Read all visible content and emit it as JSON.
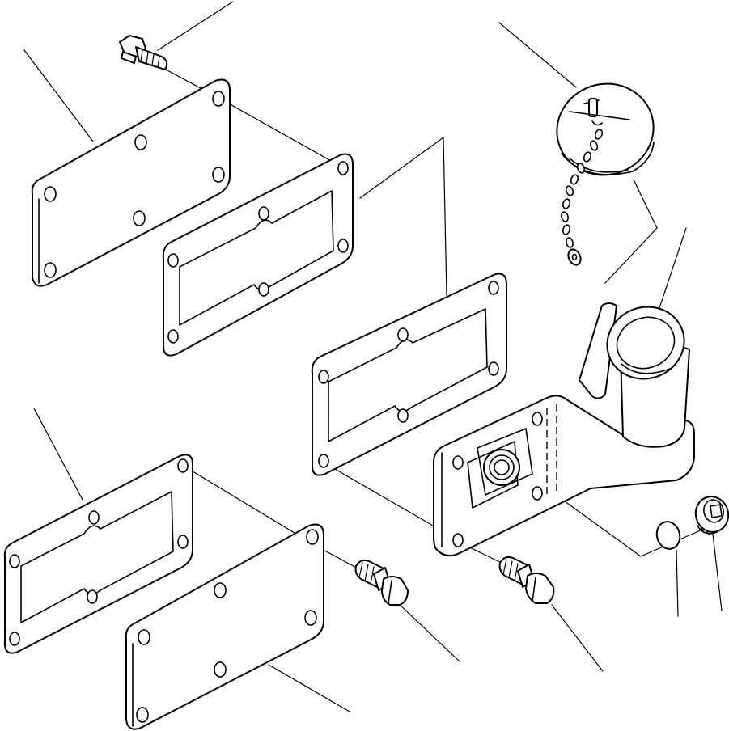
{
  "diagram": {
    "type": "exploded-parts-diagram",
    "text_labels": [],
    "parts": [
      "flange-bolt-top",
      "cover-plate-upper",
      "gasket-upper",
      "gasket-middle",
      "filler-cap-with-chain",
      "filler-neck-body",
      "o-ring",
      "plug",
      "gasket-lower",
      "cover-plate-lower",
      "flange-bolt-lower-left",
      "flange-bolt-lower-right"
    ],
    "colors": {
      "line": "#000000",
      "background": "#ffffff"
    }
  }
}
